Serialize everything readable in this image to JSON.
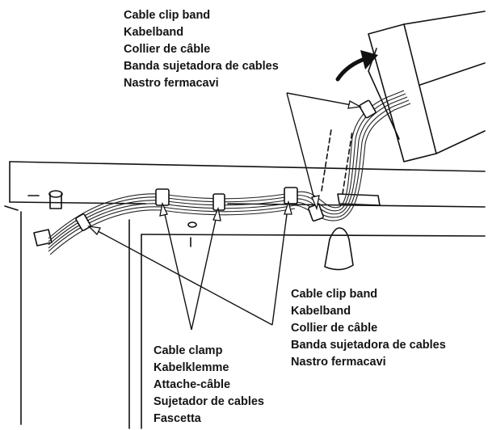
{
  "callout_top": [
    "Cable clip band",
    "Kabelband",
    "Collier de câble",
    "Banda sujetadora de cables",
    "Nastro fermacavi"
  ],
  "callout_right": [
    "Cable clip band",
    "Kabelband",
    "Collier de câble",
    "Banda sujetadora de cables",
    "Nastro fermacavi"
  ],
  "callout_bottom": [
    "Cable clamp",
    "Kabelklemme",
    "Attache-câble",
    "Sujetador de cables",
    "Fascetta"
  ]
}
